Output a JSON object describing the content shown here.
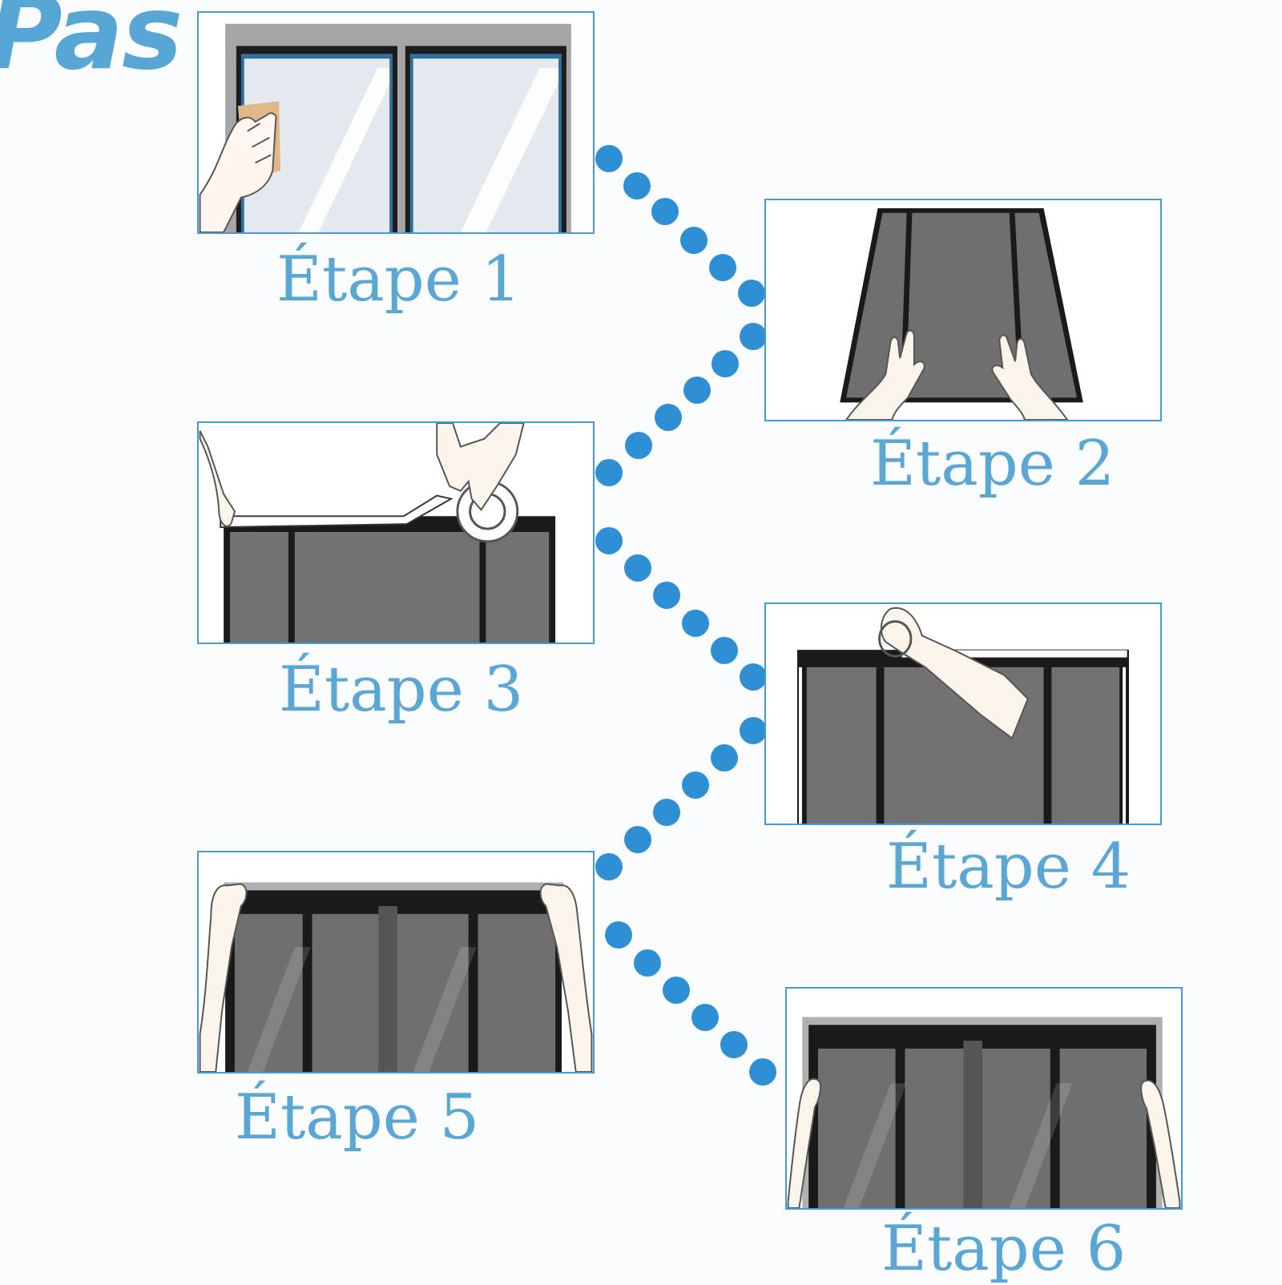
{
  "heading": "Pas",
  "accent_color": "#2f8fd4",
  "steps": [
    {
      "label": "Étape 1",
      "icon": "window-cleaning-illustration"
    },
    {
      "label": "Étape 2",
      "icon": "mesh-screen-illustration"
    },
    {
      "label": "Étape 3",
      "icon": "adhesive-tape-illustration"
    },
    {
      "label": "Étape 4",
      "icon": "peel-backing-illustration"
    },
    {
      "label": "Étape 5",
      "icon": "attach-screen-illustration"
    },
    {
      "label": "Étape 6",
      "icon": "installed-screen-illustration"
    }
  ]
}
